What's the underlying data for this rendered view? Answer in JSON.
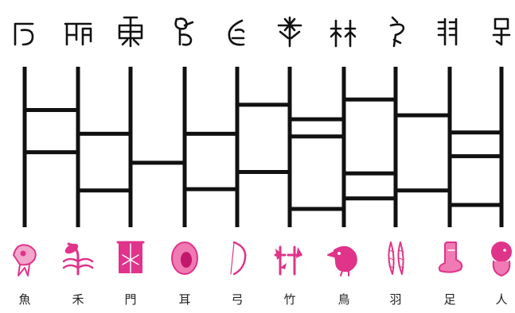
{
  "top_glyphs": [
    {
      "text": "",
      "icon": "oracle-fish-glyph-icon"
    },
    {
      "text": "",
      "icon": "oracle-grain-glyph-icon"
    },
    {
      "text": "",
      "icon": "oracle-gate-glyph-icon"
    },
    {
      "text": "",
      "icon": "oracle-ear-glyph-icon"
    },
    {
      "text": "",
      "icon": "oracle-bow-glyph-icon"
    },
    {
      "text": "",
      "icon": "oracle-bamboo-glyph-icon"
    },
    {
      "text": "",
      "icon": "oracle-bird-glyph-icon"
    },
    {
      "text": "",
      "icon": "oracle-feather-glyph-icon"
    },
    {
      "text": "",
      "icon": "oracle-foot-glyph-icon"
    },
    {
      "text": "",
      "icon": "oracle-person-glyph-icon"
    }
  ],
  "pictures": [
    {
      "icon": "fish-picture-icon",
      "color": "#e0338a"
    },
    {
      "icon": "grain-picture-icon",
      "color": "#e0338a"
    },
    {
      "icon": "gate-picture-icon",
      "color": "#e0338a"
    },
    {
      "icon": "ear-picture-icon",
      "color": "#e0338a"
    },
    {
      "icon": "bow-picture-icon",
      "color": "#e0338a"
    },
    {
      "icon": "bamboo-picture-icon",
      "color": "#e0338a"
    },
    {
      "icon": "bird-picture-icon",
      "color": "#e0338a"
    },
    {
      "icon": "feather-picture-icon",
      "color": "#e0338a"
    },
    {
      "icon": "foot-picture-icon",
      "color": "#e0338a"
    },
    {
      "icon": "person-picture-icon",
      "color": "#e0338a"
    }
  ],
  "labels": [
    "魚",
    "禾",
    "門",
    "耳",
    "弓",
    "竹",
    "鳥",
    "羽",
    "足",
    "人"
  ],
  "ladder": {
    "columns": 10,
    "rungs": [
      {
        "between": [
          0,
          1
        ],
        "pos": 0.22
      },
      {
        "between": [
          0,
          1
        ],
        "pos": 0.54
      },
      {
        "between": [
          1,
          2
        ],
        "pos": 0.4
      },
      {
        "between": [
          1,
          2
        ],
        "pos": 0.83
      },
      {
        "between": [
          2,
          3
        ],
        "pos": 0.62
      },
      {
        "between": [
          3,
          4
        ],
        "pos": 0.4
      },
      {
        "between": [
          3,
          4
        ],
        "pos": 0.82
      },
      {
        "between": [
          4,
          5
        ],
        "pos": 0.18
      },
      {
        "between": [
          4,
          5
        ],
        "pos": 0.69
      },
      {
        "between": [
          5,
          6
        ],
        "pos": 0.29
      },
      {
        "between": [
          5,
          6
        ],
        "pos": 0.42
      },
      {
        "between": [
          5,
          6
        ],
        "pos": 0.97
      },
      {
        "between": [
          6,
          7
        ],
        "pos": 0.14
      },
      {
        "between": [
          6,
          7
        ],
        "pos": 0.7
      },
      {
        "between": [
          6,
          7
        ],
        "pos": 0.89
      },
      {
        "between": [
          7,
          8
        ],
        "pos": 0.26
      },
      {
        "between": [
          7,
          8
        ],
        "pos": 0.83
      },
      {
        "between": [
          8,
          9
        ],
        "pos": 0.39
      },
      {
        "between": [
          8,
          9
        ],
        "pos": 0.57
      },
      {
        "between": [
          8,
          9
        ],
        "pos": 0.94
      }
    ],
    "color": "#111111"
  }
}
